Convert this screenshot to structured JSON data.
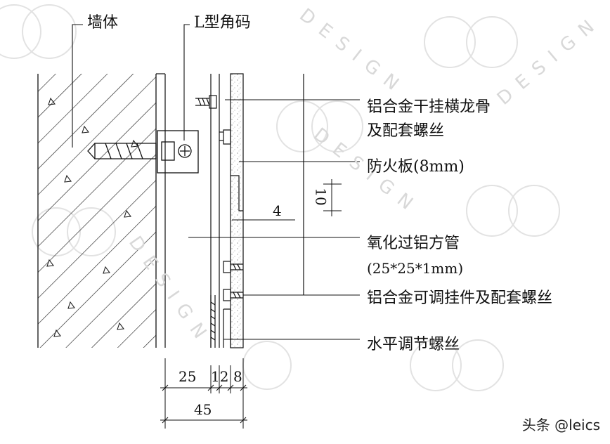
{
  "labels": {
    "wall": "墙体",
    "l_bracket": "L型角码",
    "keel_line1": "铝合金干挂横龙骨",
    "keel_line2": "及配套螺丝",
    "fireboard": "防火板(8mm)",
    "tube_line1": "氧化过铝方管",
    "tube_line2": "(25*25*1mm)",
    "hanger": "铝合金可调挂件及配套螺丝",
    "leveling": "水平调节螺丝"
  },
  "dimensions": {
    "d25": "25",
    "d12": "12",
    "d8": "8",
    "d45": "45",
    "d4": "4",
    "d10": "10"
  },
  "watermark": {
    "text": "DESIGN"
  },
  "credit": "头条 @leics",
  "colors": {
    "line": "#111111",
    "hatch": "#222222",
    "watermark": "#d8d8d8"
  }
}
